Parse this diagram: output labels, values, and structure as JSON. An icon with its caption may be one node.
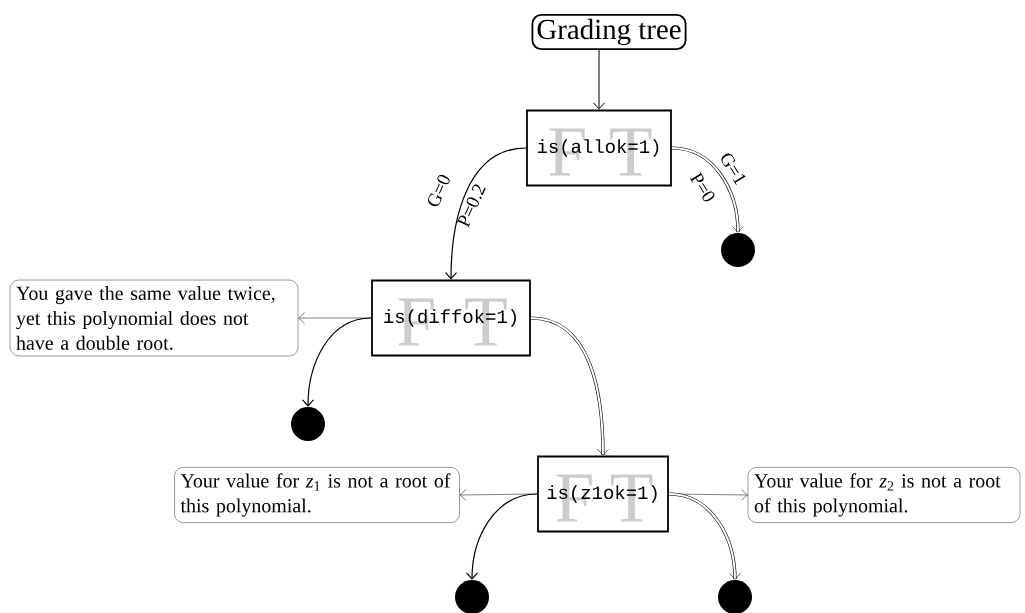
{
  "diagram": {
    "nodes": [
      {
        "text": [
          "Grading tree"
        ]
      },
      {
        "text": [
          "is(allok=1)",
          "F",
          "T"
        ]
      },
      {
        "text": [],
        "shape": "circle"
      },
      {
        "text": [
          "You gave the same value twice, yet this polynomial does not have a double root."
        ]
      },
      {
        "text": [
          "is(diffok=1)",
          "F",
          "T"
        ]
      },
      {
        "text": [],
        "shape": "circle"
      },
      {
        "text": [
          "Your value for *z*$_{1}$ is not a root of this polynomial."
        ]
      },
      {
        "text": [
          "is(z1ok=1)",
          "F",
          "T"
        ]
      },
      {
        "text": [
          "Your value for *z*$_{2}$ is not a root of this polynomial."
        ]
      },
      {
        "text": [],
        "shape": "circle"
      },
      {
        "text": [],
        "shape": "circle"
      }
    ],
    "edges": [
      {
        "from": 0,
        "to": 1,
        "arrow": "to"
      },
      {
        "from": 1,
        "to": 4,
        "arrow": "to",
        "label": "G=0 P=0.2"
      },
      {
        "from": 1,
        "to": 2,
        "arrow": "to",
        "style": "thick",
        "label": "G=1 P=0"
      },
      {
        "from": 4,
        "to": 3,
        "arrow": "to"
      },
      {
        "from": 4,
        "to": 5,
        "arrow": "to"
      },
      {
        "from": 4,
        "to": 7,
        "arrow": "to",
        "style": "thick"
      },
      {
        "from": 7,
        "to": 6,
        "arrow": "to"
      },
      {
        "from": 7,
        "to": 8,
        "arrow": "to"
      },
      {
        "from": 7,
        "to": 9,
        "arrow": "to"
      },
      {
        "from": 7,
        "to": 10,
        "arrow": "to",
        "style": "thick"
      }
    ]
  }
}
